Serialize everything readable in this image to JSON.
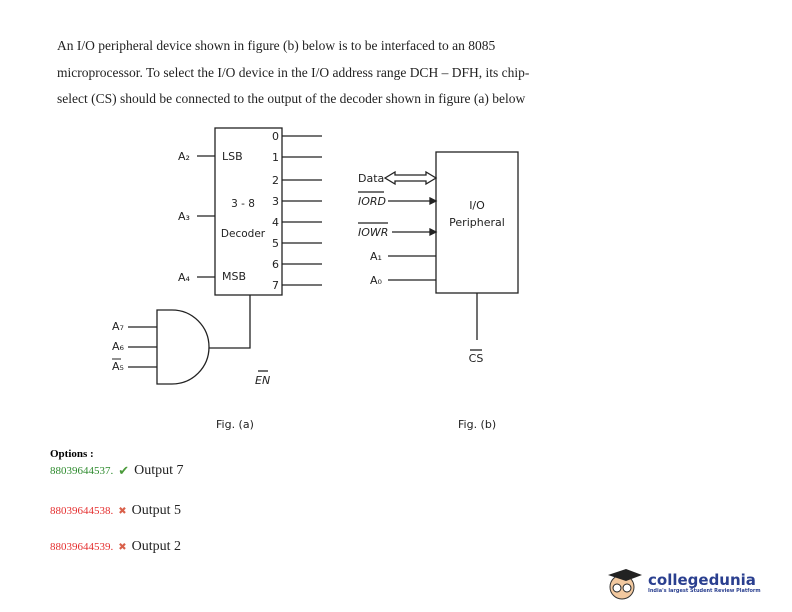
{
  "question": {
    "lines": [
      "An I/O peripheral device shown in figure (b) below is to be interfaced to an 8085",
      "microprocessor. To select the I/O device in the I/O address range DCH – DFH, its chip-",
      "select (CS) should be connected to the output of the decoder shown in figure (a) below"
    ]
  },
  "figure_a": {
    "outputs": [
      "0",
      "1",
      "2",
      "3",
      "4",
      "5",
      "6",
      "7"
    ],
    "inputs": {
      "a2": "A₂",
      "a3": "A₃",
      "a4": "A₄"
    },
    "lsb": "LSB",
    "msb": "MSB",
    "title1": "3 - 8",
    "title2": "Decoder",
    "gate_inputs": [
      "A₇",
      "A₆",
      "A₅"
    ],
    "enable": "EN",
    "caption": "Fig. (a)"
  },
  "figure_b": {
    "signals": [
      "Data",
      "IORD",
      "IOWR",
      "A₁",
      "A₀"
    ],
    "box1": "I/O",
    "box2": "Peripheral",
    "cs": "CS",
    "caption": "Fig. (b)"
  },
  "options": {
    "label": "Options :",
    "items": [
      {
        "id": "88039644537.",
        "text": "Output 7",
        "status": "correct",
        "color": "#2e8b2e"
      },
      {
        "id": "88039644538.",
        "text": "Output 5",
        "status": "wrong",
        "color": "#e53030"
      },
      {
        "id": "88039644539.",
        "text": "Output 2",
        "status": "wrong",
        "color": "#e53030"
      }
    ]
  },
  "logo": {
    "name": "collegedunia",
    "tagline": "India's largest Student Review Platform"
  }
}
